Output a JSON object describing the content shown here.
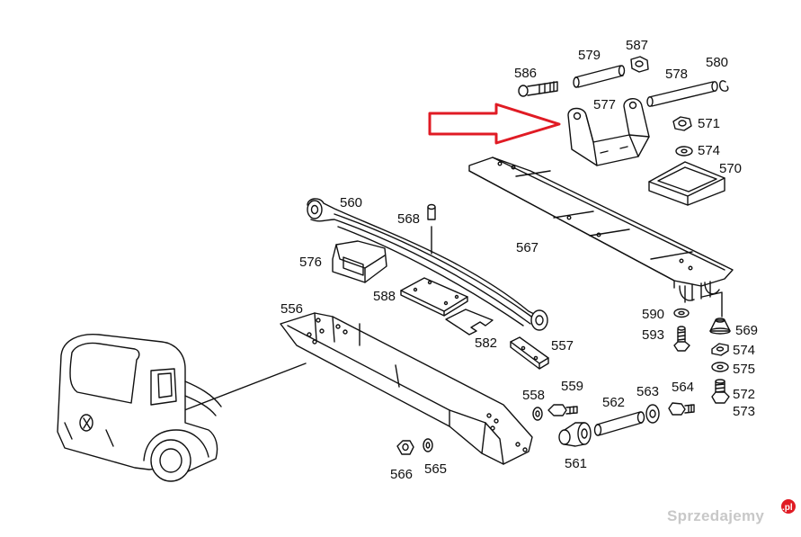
{
  "diagram": {
    "labels": {
      "p556": "556",
      "p557": "557",
      "p558": "558",
      "p559": "559",
      "p560": "560",
      "p561": "561",
      "p562": "562",
      "p563": "563",
      "p564": "564",
      "p565": "565",
      "p566": "566",
      "p567": "567",
      "p568": "568",
      "p569": "569",
      "p570": "570",
      "p571": "571",
      "p572": "572",
      "p573": "573",
      "p574a": "574",
      "p574b": "574",
      "p575": "575",
      "p576": "576",
      "p577": "577",
      "p578": "578",
      "p579": "579",
      "p580": "580",
      "p582": "582",
      "p586": "586",
      "p587": "587",
      "p588": "588",
      "p590": "590",
      "p593": "593"
    },
    "highlight_arrow_color": "#e01b24",
    "line_color": "#111111"
  },
  "watermark": {
    "text": "Sprzedajemy",
    "badge": ".pl",
    "badge_color": "#e01b24"
  }
}
